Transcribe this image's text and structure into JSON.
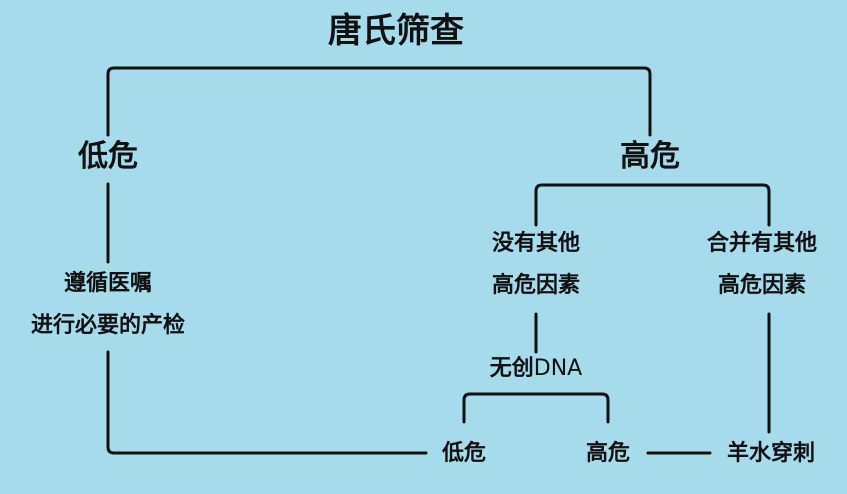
{
  "diagram": {
    "title": "唐氏筛查",
    "left_branch": {
      "label": "低危",
      "advice_line1": "遵循医嘱",
      "advice_line2": "进行必要的产检"
    },
    "right_branch": {
      "label": "高危",
      "no_other_factors": {
        "line1": "没有其他",
        "line2": "高危因素"
      },
      "with_other_factors": {
        "line1": "合并有其他",
        "line2": "高危因素"
      },
      "nipt": {
        "prefix": "无创",
        "suffix": "DNA"
      },
      "nipt_low_risk": "低危",
      "nipt_high_risk": "高危",
      "amniocentesis": "羊水穿刺"
    }
  },
  "colors": {
    "background": "#a6dbeb",
    "line": "#111111",
    "text": "#111111"
  }
}
